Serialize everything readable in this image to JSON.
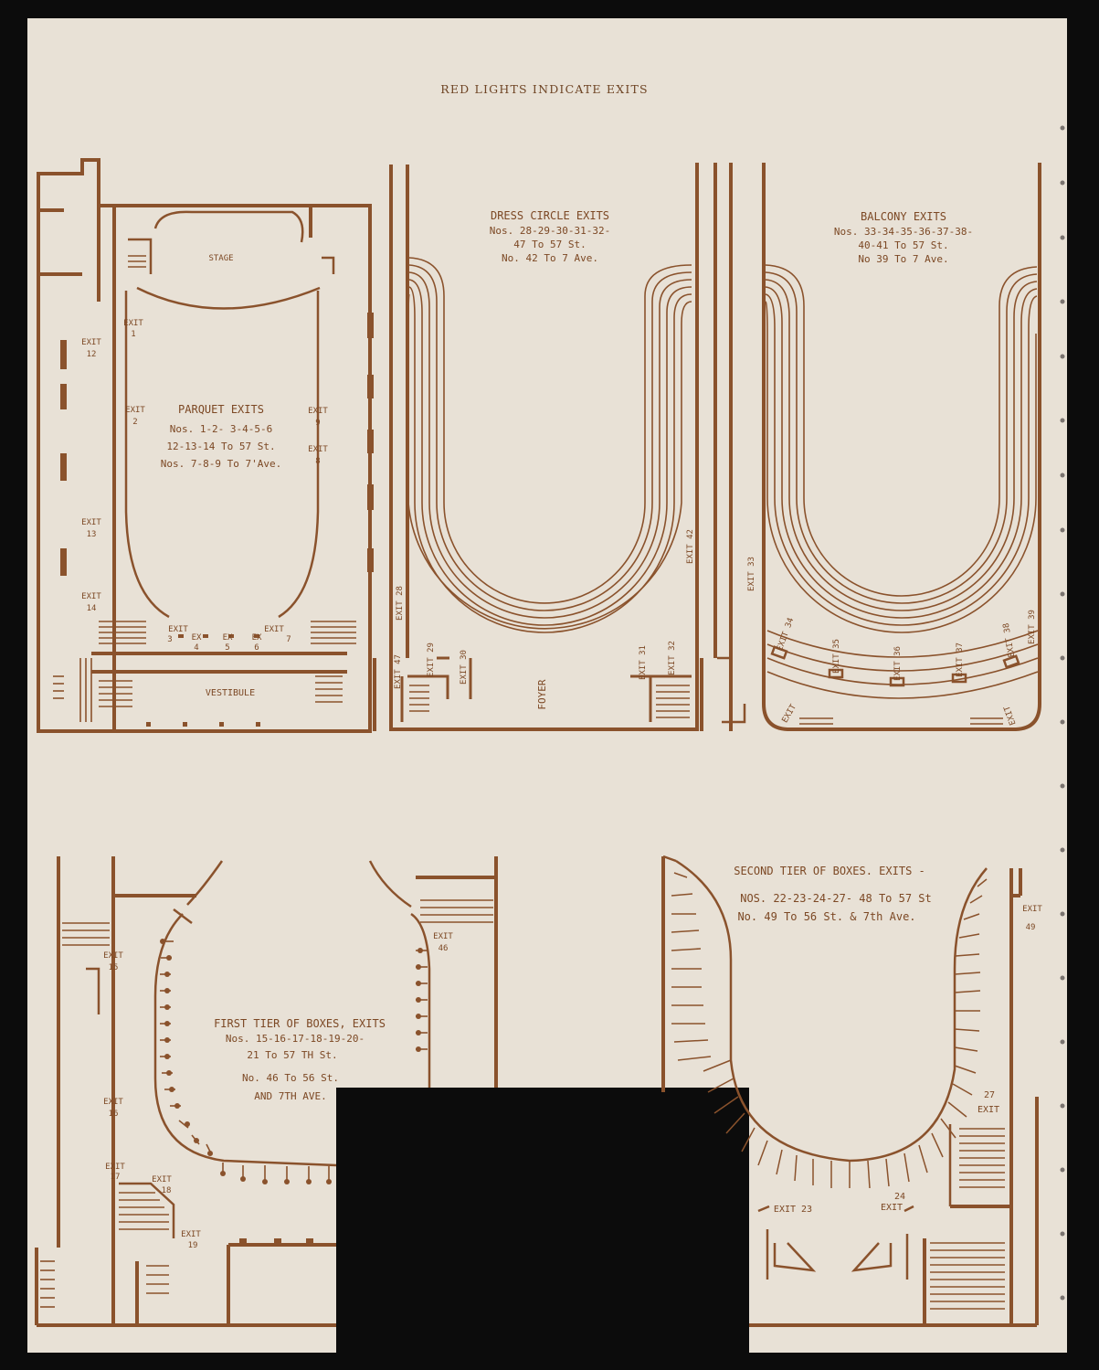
{
  "header": {
    "title": "RED LIGHTS INDICATE EXITS"
  },
  "parquet": {
    "stage": "STAGE",
    "vestibule": "VESTIBULE",
    "title": "PARQUET EXITS",
    "line1": "Nos. 1-2- 3-4-5-6",
    "line2": "12-13-14 To 57 St.",
    "line3": "Nos. 7-8-9 To 7'Ave.",
    "exit1": "EXIT",
    "num1": "1",
    "exit2": "EXIT",
    "num2": "2",
    "exit12": "EXIT",
    "num12": "12",
    "exit13": "EXIT",
    "num13": "13",
    "exit14": "EXIT",
    "num14": "14",
    "exit9": "EXIT",
    "num9": "9",
    "exit8": "EXIT",
    "num8": "8",
    "ex3": "EXIT",
    "n3": "3",
    "ex4": "EX",
    "n4": "4",
    "ex5": "EX",
    "n5": "5",
    "ex6": "EX",
    "n6": "6",
    "ex7": "EXIT",
    "n7": "7"
  },
  "dress_circle": {
    "title": "DRESS CIRCLE EXITS",
    "line1": "Nos. 28-29-30-31-32-",
    "line2": "47 To 57 St.",
    "line3": "No. 42 To 7 Ave.",
    "foyer": "FOYER",
    "e28": "EXIT 28",
    "e47": "EXIT 47",
    "e29": "EXIT 29",
    "e30": "EXIT 30",
    "e31": "EXIT 31",
    "e32": "EXIT 32",
    "e42": "EXIT 42"
  },
  "balcony": {
    "title": "BALCONY EXITS",
    "line1": "Nos. 33-34-35-36-37-38-",
    "line2": "40-41 To 57 St.",
    "line3": "No 39 To 7 Ave.",
    "e33": "EXIT 33",
    "e34": "EXIT 34",
    "e35": "EXIT 35",
    "e36": "EXIT 36",
    "e37": "EXIT 37",
    "e38": "EXIT 38",
    "e39": "EXIT 39",
    "eL": "EXIT",
    "eR": "EXIT"
  },
  "first_tier": {
    "title": "FIRST TIER OF BOXES, EXITS",
    "line1": "Nos. 15-16-17-18-19-20-",
    "line2": "21 To 57 TH St.",
    "line3": "No. 46 To 56 St.",
    "line4": "AND 7TH AVE.",
    "exit15": "EXIT",
    "num15": "15",
    "exit16": "EXIT",
    "num16": "16",
    "exit17": "EXIT",
    "num17": "17",
    "exit18": "EXIT",
    "num18": "18",
    "exit19": "EXIT",
    "num19": "19",
    "exit46": "EXIT",
    "num46": "46"
  },
  "second_tier": {
    "title": "SECOND TIER OF BOXES. EXITS -",
    "line1": "NOS. 22-23-24-27- 48 To 57 St",
    "line2": "No. 49 To 56 St. & 7th Ave.",
    "exit49": "EXIT",
    "num49": "49",
    "num27": "27",
    "exit27": "EXIT",
    "exit23": "EXIT 23",
    "num24": "24",
    "exit24": "EXIT"
  },
  "colors": {
    "paper": "#e8e1d6",
    "ink": "#8a522c",
    "backdrop": "#0c0c0c"
  }
}
